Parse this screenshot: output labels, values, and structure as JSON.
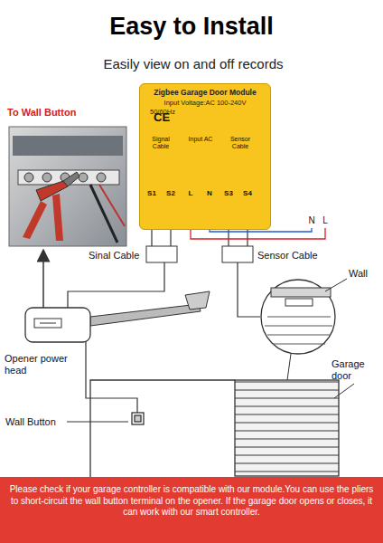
{
  "diagram": {
    "title": "Easy to Install",
    "nodes": [
      {
        "text": [
          "Zigbee Garage Door Module",
          "Input Voltage:AC 100-240V",
          "50/60Hz"
        ]
      },
      {
        "text": [
          "Please check if your garage controller is compatible with our module.You can use the pliers to short-circuit the wall button terminal on the opener. If the garage door opens or closes, it can work with our smart controller."
        ]
      }
    ],
    "labels": [
      "Easily view on and off records",
      "To Wall Button",
      "CE",
      "S1",
      "S2",
      "L",
      "N",
      "S3",
      "S4",
      "Signal Cable",
      "Input AC",
      "Sensor Cable",
      "N",
      "L",
      "Sinal Cable",
      "Sensor Cable",
      "Wall",
      "Opener power head",
      "Garage door",
      "Wall Button"
    ]
  }
}
